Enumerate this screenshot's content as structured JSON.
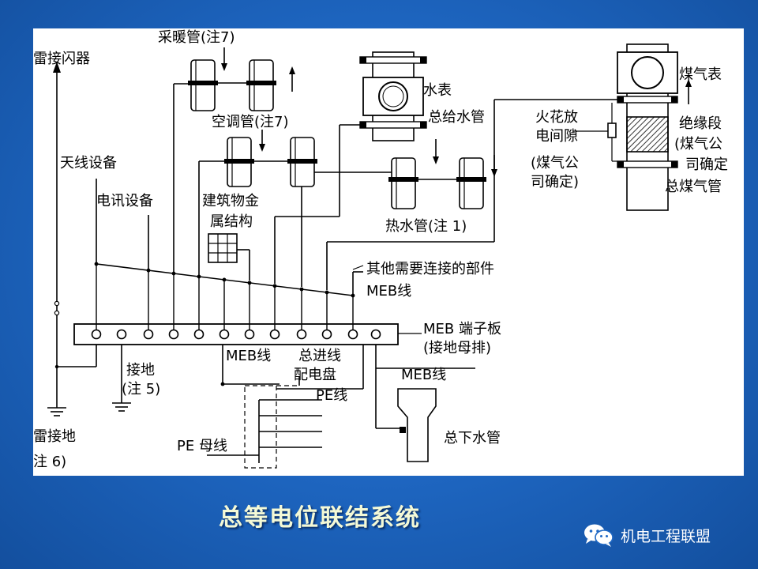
{
  "title": "总等电位联结系统",
  "watermark": {
    "account_name": "机电工程联盟",
    "icon": "wechat-icon"
  },
  "labels": {
    "lightning_arrester": "雷接闪器",
    "heating_pipe": "采暖管(注7)",
    "water_meter": "水表",
    "main_water_supply": "总给水管",
    "gas_meter": "煤气表",
    "spark_gap_1": "火花放",
    "spark_gap_2": "电间隙",
    "spark_gap_note_1": "(煤气公",
    "spark_gap_note_2": "司确定)",
    "insulation_section": "绝缘段",
    "insulation_note_1": "(煤气公",
    "insulation_note_2": "司确定",
    "main_gas_pipe": "总煤气管",
    "ac_pipe": "空调管(注7)",
    "antenna": "天线设备",
    "telecom": "电讯设备",
    "building_metal_1": "建筑物金",
    "building_metal_2": "属结构",
    "hot_water_pipe": "热水管(注 1)",
    "other_parts": "其他需要连接的部件",
    "meb_line_1": "MEB线",
    "meb_terminal_1": "MEB 端子板",
    "meb_terminal_2": "(接地母排)",
    "meb_line_2": "MEB线",
    "main_incoming": "总进线",
    "distribution_board": "配电盘",
    "pe_line": "PE线",
    "meb_line_3": "MEB线",
    "grounding": "接地",
    "grounding_note": "(注 5)",
    "pe_busbar": "PE 母线",
    "main_drain_pipe": "总下水管",
    "lightning_ground": "雷接地",
    "lightning_ground_note": "注 6)"
  },
  "colors": {
    "background": "#1f68c4",
    "panel": "#ffffff",
    "title": "#f4f9d6",
    "line": "#000000"
  }
}
